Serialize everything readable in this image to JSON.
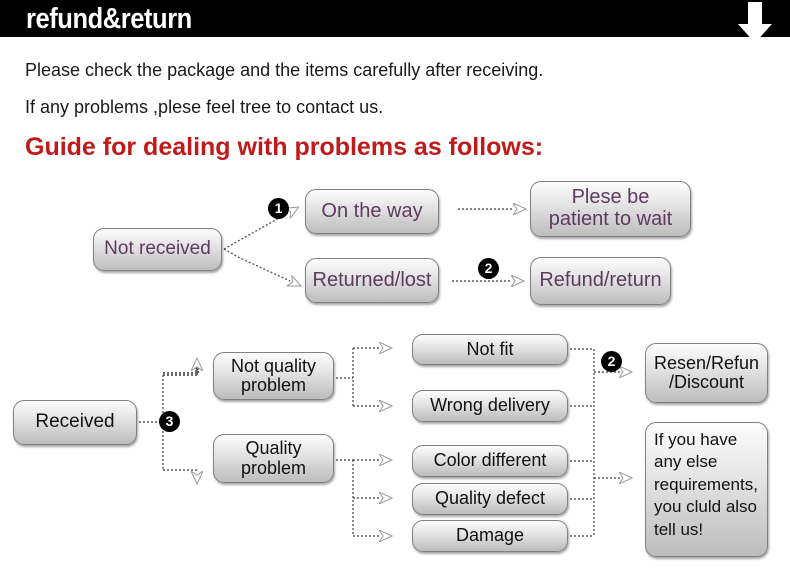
{
  "header": {
    "title": "refund&return",
    "arrow_icon": "down-arrow-icon",
    "background": "#000000",
    "text_color": "#ffffff"
  },
  "intro": {
    "line1": "Please check the package and the items carefully after receiving.",
    "line2": "If any problems ,plese feel tree to contact us.",
    "guide_title": "Guide for dealing with problems as follows:",
    "guide_color": "#c01a1a"
  },
  "flow_top": {
    "start": "Not received",
    "branches": [
      {
        "badge": "1",
        "status": "On the way",
        "action": "Plese be patient to wait"
      },
      {
        "badge": "2",
        "status": "Returned/lost",
        "action": "Refund/return"
      }
    ]
  },
  "flow_bottom": {
    "start": "Received",
    "badge": "3",
    "categories": [
      {
        "label": "Not quality problem",
        "reasons": [
          "Not fit",
          "Wrong delivery"
        ]
      },
      {
        "label": "Quality problem",
        "reasons": [
          "Color different",
          "Quality defect",
          "Damage"
        ]
      }
    ],
    "outcomes": [
      {
        "badge": "2",
        "label": "Resen/Refun /Discount"
      },
      {
        "label": "If you have any else requirements, you cluld also tell us!"
      }
    ]
  },
  "labels": {
    "not_received": "Not received",
    "on_the_way": "On the way",
    "returned_lost": "Returned/lost",
    "plese_be_patient": "Plese be\npatient to wait",
    "plese_be_patient_l1": "Plese be",
    "plese_be_patient_l2": "patient to wait",
    "refund_return": "Refund/return",
    "received": "Received",
    "not_quality_l1": "Not quality",
    "not_quality_l2": "problem",
    "quality_l1": "Quality",
    "quality_l2": "problem",
    "not_fit": "Not fit",
    "wrong_delivery": "Wrong delivery",
    "color_different": "Color different",
    "quality_defect": "Quality defect",
    "damage": "Damage",
    "resend_l1": "Resen/Refun",
    "resend_l2": "/Discount",
    "note_l1": "If you have",
    "note_l2": "any else",
    "note_l3": "requirements,",
    "note_l4": "you cluld also",
    "note_l5": "tell us!",
    "badge1": "1",
    "badge2": "2",
    "badge2b": "2",
    "badge3": "3"
  },
  "colors": {
    "purple_text": "#5d3a5e",
    "black_text": "#111111",
    "box_border": "#808080",
    "connector": "#777777"
  }
}
